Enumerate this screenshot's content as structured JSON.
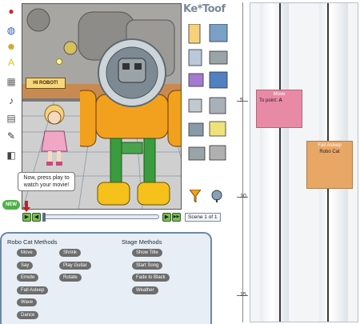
{
  "logo": "Ke*Toof",
  "tools": [
    {
      "name": "bomb-tool-icon",
      "glyph": "●",
      "color": "#c03030"
    },
    {
      "name": "globe-tool-icon",
      "glyph": "◍",
      "color": "#3060b0"
    },
    {
      "name": "character-tool-icon",
      "glyph": "☻",
      "color": "#d0a020"
    },
    {
      "name": "text-tool-icon",
      "glyph": "A",
      "color": "#e0c020"
    },
    {
      "name": "scene-tool-icon",
      "glyph": "▦",
      "color": "#666666"
    },
    {
      "name": "sound-tool-icon",
      "glyph": "♪",
      "color": "#444444"
    },
    {
      "name": "film-tool-icon",
      "glyph": "▤",
      "color": "#555555"
    },
    {
      "name": "edit-tool-icon",
      "glyph": "✎",
      "color": "#333333"
    },
    {
      "name": "camera-tool-icon",
      "glyph": "◧",
      "color": "#444444"
    }
  ],
  "stage": {
    "hi_robot_sign": "HI ROBOT!",
    "speech_bubble": "Now, press play to watch your movie!",
    "new_badge": "NEW"
  },
  "playback": {
    "play": "▶",
    "step_back": "◀",
    "step_forward": "▶",
    "end": "▶▶",
    "scene_label": "Scene 1 of 1"
  },
  "robo_cat_methods": {
    "title": "Robo Cat Methods",
    "col1": [
      "Move",
      "Say",
      "Emote",
      "Fall Asleep",
      "Wave",
      "Dance"
    ],
    "col2": [
      "Shrink",
      "Play Guitar",
      "Rotate"
    ]
  },
  "stage_methods": {
    "title": "Stage Methods",
    "items": [
      "Show Title",
      "Start Song",
      "Fade to Black",
      "Weather"
    ]
  },
  "timeline": {
    "ticks": [
      "5",
      "10",
      "15"
    ],
    "blocks": [
      {
        "title": "Move",
        "line2": "To point: ",
        "bold": "A",
        "color": "#e88aa6"
      },
      {
        "title": "Fall Asleep",
        "line2": "Robo Cat",
        "bold": "",
        "color": "#e9a766"
      }
    ]
  }
}
